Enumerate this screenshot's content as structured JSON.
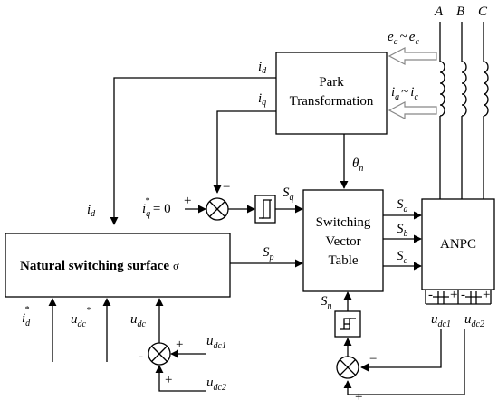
{
  "blocks": {
    "park_line1": "Park",
    "park_line2": "Transformation",
    "svt_line1": "Switching",
    "svt_line2": "Vector",
    "svt_line3": "Table",
    "anpc": "ANPC",
    "nss_label": "Natural switching surface",
    "nss_sigma": "σ"
  },
  "phases": {
    "a": "A",
    "b": "B",
    "c": "C"
  },
  "signals": {
    "e_range": {
      "e1": "e",
      "e1_sub": "a",
      "tilde": "~",
      "e2": "e",
      "e2_sub": "c"
    },
    "i_range": {
      "i1": "i",
      "i1_sub": "a",
      "tilde": "~",
      "i2": "i",
      "i2_sub": "c"
    },
    "id_top": {
      "main": "i",
      "sub": "d"
    },
    "iq_top": {
      "main": "i",
      "sub": "q"
    },
    "id_left": {
      "main": "i",
      "sub": "d"
    },
    "iq_ref": {
      "main": "i",
      "sub": "q",
      "sup": "*",
      "rest": " = 0"
    },
    "theta": {
      "main": "θ",
      "sub": "n"
    },
    "Sq": {
      "main": "S",
      "sub": "q"
    },
    "Sp": {
      "main": "S",
      "sub": "p"
    },
    "Sn": {
      "main": "S",
      "sub": "n"
    },
    "Sa": {
      "main": "S",
      "sub": "a"
    },
    "Sb": {
      "main": "S",
      "sub": "b"
    },
    "Sc": {
      "main": "S",
      "sub": "c"
    },
    "id_ref": {
      "main": "i",
      "sub": "d",
      "sup": "*"
    },
    "udc_ref": {
      "main": "u",
      "sub": "dc",
      "sup": "*"
    },
    "udc": {
      "main": "u",
      "sub": "dc"
    },
    "udc1": {
      "main": "u",
      "sub": "dc1"
    },
    "udc2": {
      "main": "u",
      "sub": "dc2"
    },
    "udc1_bottom": {
      "main": "u",
      "sub": "dc1"
    },
    "udc2_bottom": {
      "main": "u",
      "sub": "dc2"
    }
  },
  "signs": {
    "plus": "+",
    "minus": "−",
    "minus_dash": "-"
  }
}
